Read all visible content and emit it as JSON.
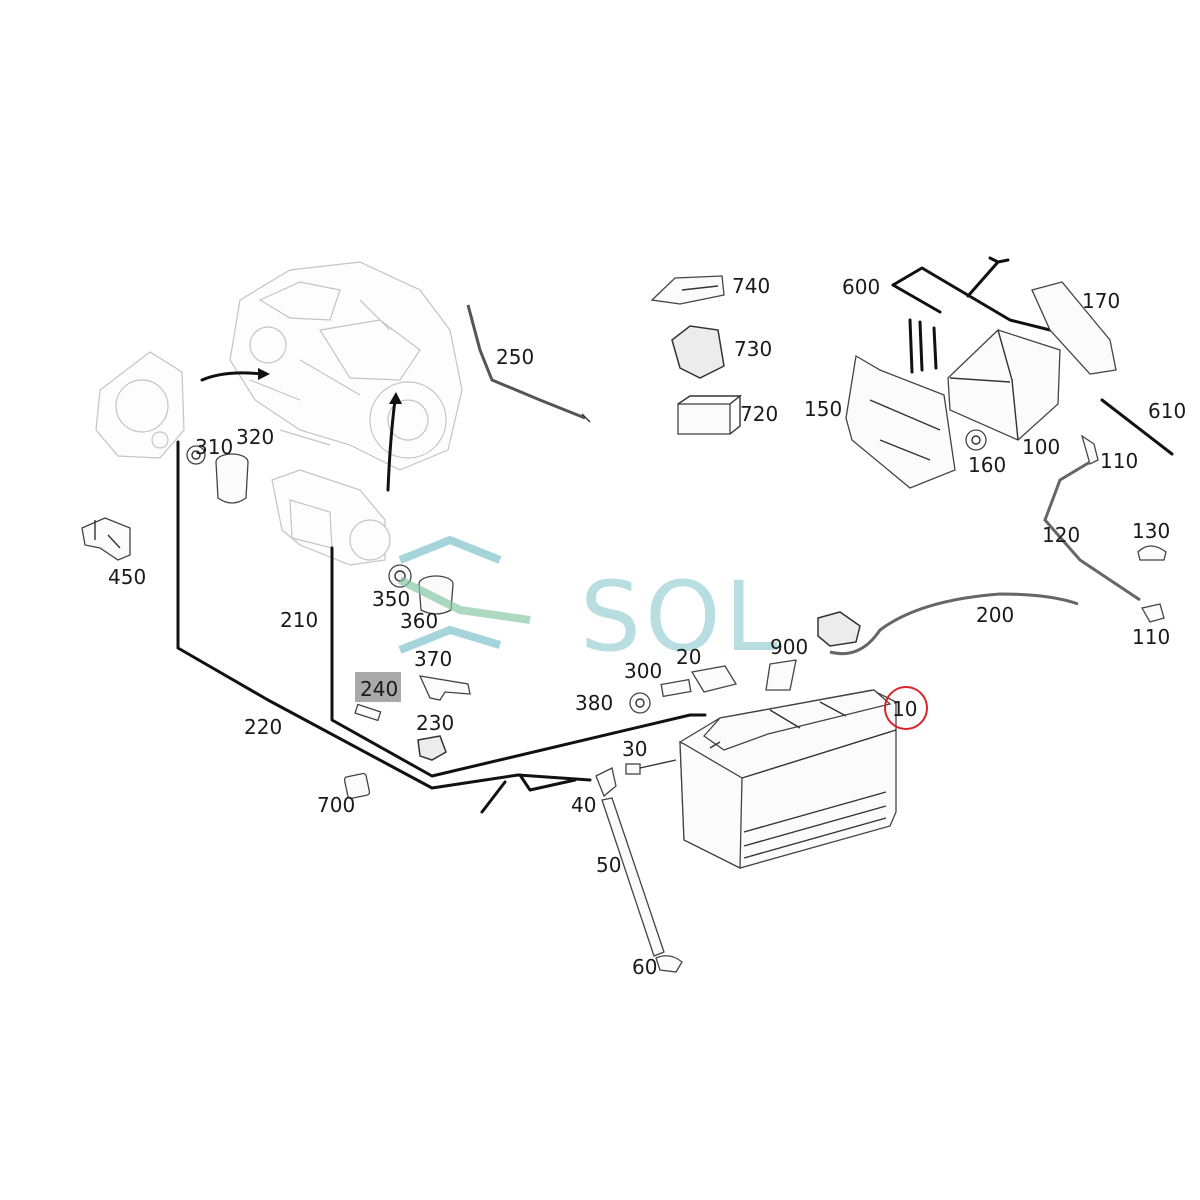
{
  "watermark": {
    "text": "SOL",
    "color": "#7fc4cc"
  },
  "highlight": {
    "part": "10",
    "circle_color": "#d9242b",
    "box_part": "240",
    "box_color": "#a9a9a9"
  },
  "labels": {
    "p10": "10",
    "p20": "20",
    "p30": "30",
    "p40": "40",
    "p50": "50",
    "p60": "60",
    "p100": "100",
    "p110a": "110",
    "p110b": "110",
    "p120": "120",
    "p130": "130",
    "p150": "150",
    "p160": "160",
    "p170": "170",
    "p200": "200",
    "p210": "210",
    "p220": "220",
    "p230": "230",
    "p240": "240",
    "p250": "250",
    "p300": "300",
    "p310": "310",
    "p320": "320",
    "p350": "350",
    "p360": "360",
    "p370": "370",
    "p380": "380",
    "p450": "450",
    "p600": "600",
    "p610": "610",
    "p700": "700",
    "p720": "720",
    "p730": "730",
    "p740": "740",
    "p900": "900"
  }
}
